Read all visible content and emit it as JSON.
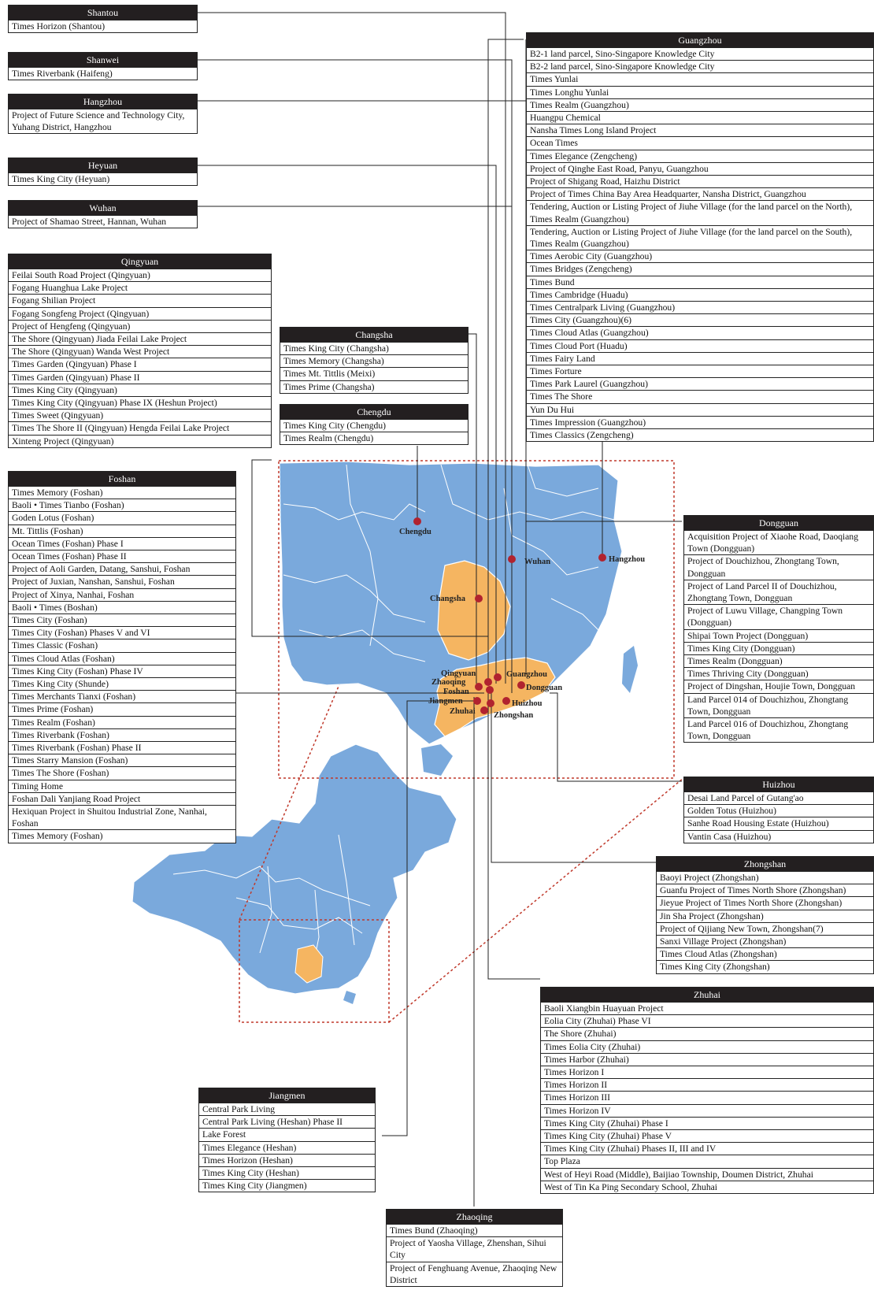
{
  "colors": {
    "province_blue": "#7aa9dc",
    "province_border": "#ffffff",
    "highlight_orange": "#f5b561",
    "city_dot": "#b1232f",
    "header_bg": "#231f20",
    "dotted_frame": "#c0392b",
    "leader_line": "#222222"
  },
  "cities": [
    {
      "name": "Chengdu"
    },
    {
      "name": "Wuhan"
    },
    {
      "name": "Hangzhou"
    },
    {
      "name": "Changsha"
    },
    {
      "name": "Qingyuan"
    },
    {
      "name": "Guangzhou"
    },
    {
      "name": "Zhaoqing"
    },
    {
      "name": "Foshan"
    },
    {
      "name": "Dongguan"
    },
    {
      "name": "Jiangmen"
    },
    {
      "name": "Huizhou"
    },
    {
      "name": "Zhuhai"
    },
    {
      "name": "Zhongshan"
    }
  ],
  "boxes": [
    {
      "id": "shantou",
      "title": "Shantou",
      "items": [
        "Times Horizon (Shantou)"
      ]
    },
    {
      "id": "shanwei",
      "title": "Shanwei",
      "items": [
        "Times Riverbank (Haifeng)"
      ]
    },
    {
      "id": "hangzhou",
      "title": "Hangzhou",
      "items": [
        "Project of Future Science and Technology City, Yuhang District, Hangzhou"
      ]
    },
    {
      "id": "heyuan",
      "title": "Heyuan",
      "items": [
        "Times King City (Heyuan)"
      ]
    },
    {
      "id": "wuhan",
      "title": "Wuhan",
      "items": [
        "Project of Shamao Street, Hannan, Wuhan"
      ]
    },
    {
      "id": "qingyuan",
      "title": "Qingyuan",
      "items": [
        "Feilai South Road Project (Qingyuan)",
        "Fogang Huanghua Lake Project",
        "Fogang Shilian Project",
        "Fogang Songfeng Project (Qingyuan)",
        "Project of Hengfeng (Qingyuan)",
        "The Shore (Qingyuan) Jiada Feilai Lake Project",
        "The Shore (Qingyuan) Wanda West Project",
        "Times Garden (Qingyuan) Phase I",
        "Times Garden (Qingyuan) Phase II",
        "Times King City (Qingyuan)",
        "Times King City (Qingyuan) Phase IX (Heshun Project)",
        "Times Sweet (Qingyuan)",
        "Times The Shore II (Qingyuan) Hengda Feilai Lake Project",
        "Xinteng Project (Qingyuan)"
      ]
    },
    {
      "id": "changsha",
      "title": "Changsha",
      "items": [
        "Times King City (Changsha)",
        "Times Memory (Changsha)",
        "Times Mt. Tittlis (Meixi)",
        "Times Prime (Changsha)"
      ]
    },
    {
      "id": "chengdu",
      "title": "Chengdu",
      "items": [
        "Times King City (Chengdu)",
        "Times Realm (Chengdu)"
      ]
    },
    {
      "id": "foshan",
      "title": "Foshan",
      "items": [
        "Times Memory (Foshan)",
        "Baoli • Times Tianbo (Foshan)",
        "Goden Lotus (Foshan)",
        "Mt. Tittlis (Foshan)",
        "Ocean Times (Foshan) Phase I",
        "Ocean Times (Foshan) Phase II",
        "Project of Aoli Garden, Datang, Sanshui, Foshan",
        "Project of Juxian, Nanshan, Sanshui, Foshan",
        "Project of Xinya, Nanhai, Foshan",
        "Baoli • Times (Boshan)",
        "Times City (Foshan)",
        "Times City (Foshan) Phases V and VI",
        "Times Classic (Foshan)",
        "Times Cloud Atlas (Foshan)",
        "Times King City (Foshan) Phase IV",
        "Times King City (Shunde)",
        "Times Merchants Tianxi (Foshan)",
        "Times Prime (Foshan)",
        "Times Realm (Foshan)",
        "Times Riverbank (Foshan)",
        "Times Riverbank (Foshan) Phase II",
        "Times Starry Mansion (Foshan)",
        "Times The Shore (Foshan)",
        "Timing Home",
        "Foshan Dali Yanjiang Road Project",
        "Hexiquan Project in Shuitou Industrial Zone, Nanhai, Foshan",
        "Times Memory (Foshan)"
      ]
    },
    {
      "id": "guangzhou",
      "title": "Guangzhou",
      "items": [
        "B2-1 land parcel, Sino-Singapore Knowledge City",
        "B2-2 land parcel, Sino-Singapore Knowledge City",
        "Times Yunlai",
        "Times Longhu Yunlai",
        "Times Realm (Guangzhou)",
        "Huangpu Chemical",
        "Nansha Times Long Island Project",
        "Ocean Times",
        "Times Elegance (Zengcheng)",
        "Project of Qinghe East Road, Panyu, Guangzhou",
        "Project of Shigang Road, Haizhu District",
        "Project of Times China Bay Area Headquarter, Nansha District, Guangzhou",
        "Tendering, Auction or Listing Project of Jiuhe Village (for the land parcel on the North), Times Realm (Guangzhou)",
        "Tendering, Auction or Listing Project of Jiuhe Village (for the land parcel on the South), Times Realm (Guangzhou)",
        "Times Aerobic City (Guangzhou)",
        "Times Bridges (Zengcheng)",
        "Times Bund",
        "Times Cambridge (Huadu)",
        "Times Centralpark Living (Guangzhou)",
        "Times City (Guangzhou)(6)",
        "Times Cloud Atlas (Guangzhou)",
        "Times Cloud Port (Huadu)",
        "Times Fairy Land",
        "Times Forture",
        "Times Park Laurel (Guangzhou)",
        "Times The Shore",
        "Yun Du Hui",
        "Times Impression (Guangzhou)",
        "Times Classics (Zengcheng)"
      ]
    },
    {
      "id": "dongguan",
      "title": "Dongguan",
      "items": [
        "Acquisition Project of Xiaohe Road, Daoqiang Town (Dongguan)",
        "Project of Douchizhou, Zhongtang Town, Dongguan",
        "Project of Land Parcel II of Douchizhou, Zhongtang Town, Dongguan",
        "Project of Luwu Village, Changping Town (Dongguan)",
        "Shipai Town Project (Dongguan)",
        "Times King City (Dongguan)",
        "Times Realm (Dongguan)",
        "Times Thriving City (Dongguan)",
        "Project of Dingshan, Houjie Town, Dongguan",
        "Land Parcel 014 of Douchizhou, Zhongtang Town, Dongguan",
        "Land Parcel 016 of Douchizhou, Zhongtang Town, Dongguan"
      ]
    },
    {
      "id": "huizhou",
      "title": "Huizhou",
      "items": [
        "Desai Land Parcel of Gutang'ao",
        "Golden Totus (Huizhou)",
        "Sanhe Road Housing Estate (Huizhou)",
        "Vantin Casa (Huizhou)"
      ]
    },
    {
      "id": "zhongshan",
      "title": "Zhongshan",
      "items": [
        "Baoyi Project (Zhongshan)",
        "Guanfu Project of Times North Shore (Zhongshan)",
        "Jieyue Project of Times North Shore (Zhongshan)",
        "Jin Sha Project (Zhongshan)",
        "Project of Qijiang New Town, Zhongshan(7)",
        "Sanxi Village Project (Zhongshan)",
        "Times Cloud Atlas (Zhongshan)",
        "Times King City (Zhongshan)"
      ]
    },
    {
      "id": "zhuhai",
      "title": "Zhuhai",
      "items": [
        "Baoli Xiangbin Huayuan Project",
        "Eolia City (Zhuhai) Phase VI",
        "The Shore (Zhuhai)",
        "Times Eolia City (Zhuhai)",
        "Times Harbor (Zhuhai)",
        "Times Horizon I",
        "Times Horizon II",
        "Times Horizon III",
        "Times Horizon IV",
        "Times King City (Zhuhai) Phase I",
        "Times King City (Zhuhai) Phase V",
        "Times King City (Zhuhai) Phases II, III and IV",
        "Top Plaza",
        "West of Heyi Road (Middle), Baijiao Township, Doumen District, Zhuhai",
        "West of Tin Ka Ping Secondary School, Zhuhai"
      ]
    },
    {
      "id": "jiangmen",
      "title": "Jiangmen",
      "items": [
        "Central Park Living",
        "Central Park Living (Heshan) Phase II",
        "Lake Forest",
        "Times Elegance (Heshan)",
        "Times Horizon (Heshan)",
        "Times King City (Heshan)",
        "Times King City (Jiangmen)"
      ]
    },
    {
      "id": "zhaoqing",
      "title": "Zhaoqing",
      "items": [
        "Times Bund (Zhaoqing)",
        "Project of Yaosha Village, Zhenshan, Sihui City",
        "Project of Fenghuang Avenue, Zhaoqing New District"
      ]
    }
  ]
}
